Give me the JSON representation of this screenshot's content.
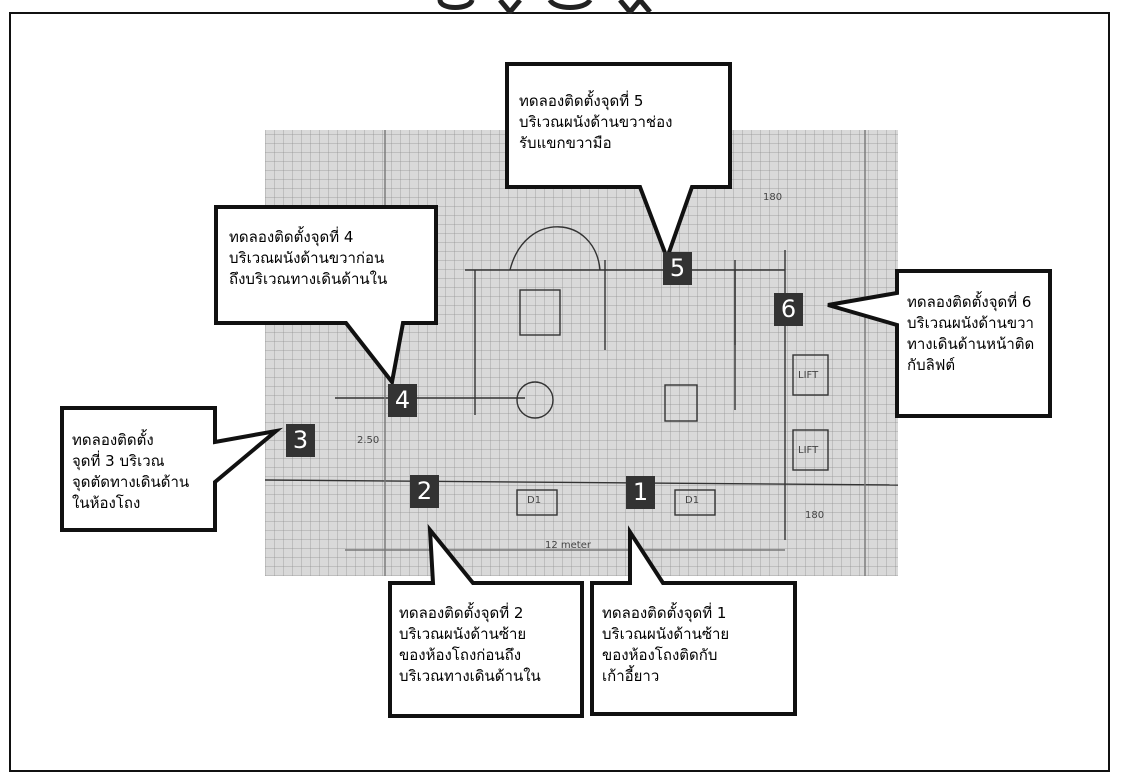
{
  "callouts": [
    {
      "id": 1,
      "text": "ทดลองติดตั้งจุดที่  1\nบริเวณผนังด้านซ้าย\nของห้องโถงติดกับ\nเก้าอี้ยาว"
    },
    {
      "id": 2,
      "text": "ทดลองติดตั้งจุดที่  2\nบริเวณผนังด้านซ้าย\nของห้องโถงก่อนถึง\nบริเวณทางเดินด้านใน"
    },
    {
      "id": 3,
      "text": "ทดลองติดตั้ง\nจุดที่  3   บริเวณ\nจุดตัดทางเดินด้าน\nในห้องโถง"
    },
    {
      "id": 4,
      "text": "ทดลองติดตั้งจุดที่  4\nบริเวณผนังด้านขวาก่อน\nถึงบริเวณทางเดินด้านใน"
    },
    {
      "id": 5,
      "text": "ทดลองติดตั้งจุดที่  5\nบริเวณผนังด้านขวาช่อง\nรับแขกขวามือ"
    },
    {
      "id": 6,
      "text": "ทดลองติดตั้งจุดที่  6\nบริเวณผนังด้านขวา\nทางเดินด้านหน้าติด\nกับลิฟต์"
    }
  ],
  "markers": [
    "1",
    "2",
    "3",
    "4",
    "5",
    "6"
  ],
  "sketch_labels": {
    "lift_top": "LIFT",
    "lift_bottom": "LIFT",
    "dim_bottom": "12 meter",
    "d1": "D1",
    "d2": "D1",
    "dim_250": "2.50",
    "dim_180": "180",
    "dim_180b": "180"
  }
}
